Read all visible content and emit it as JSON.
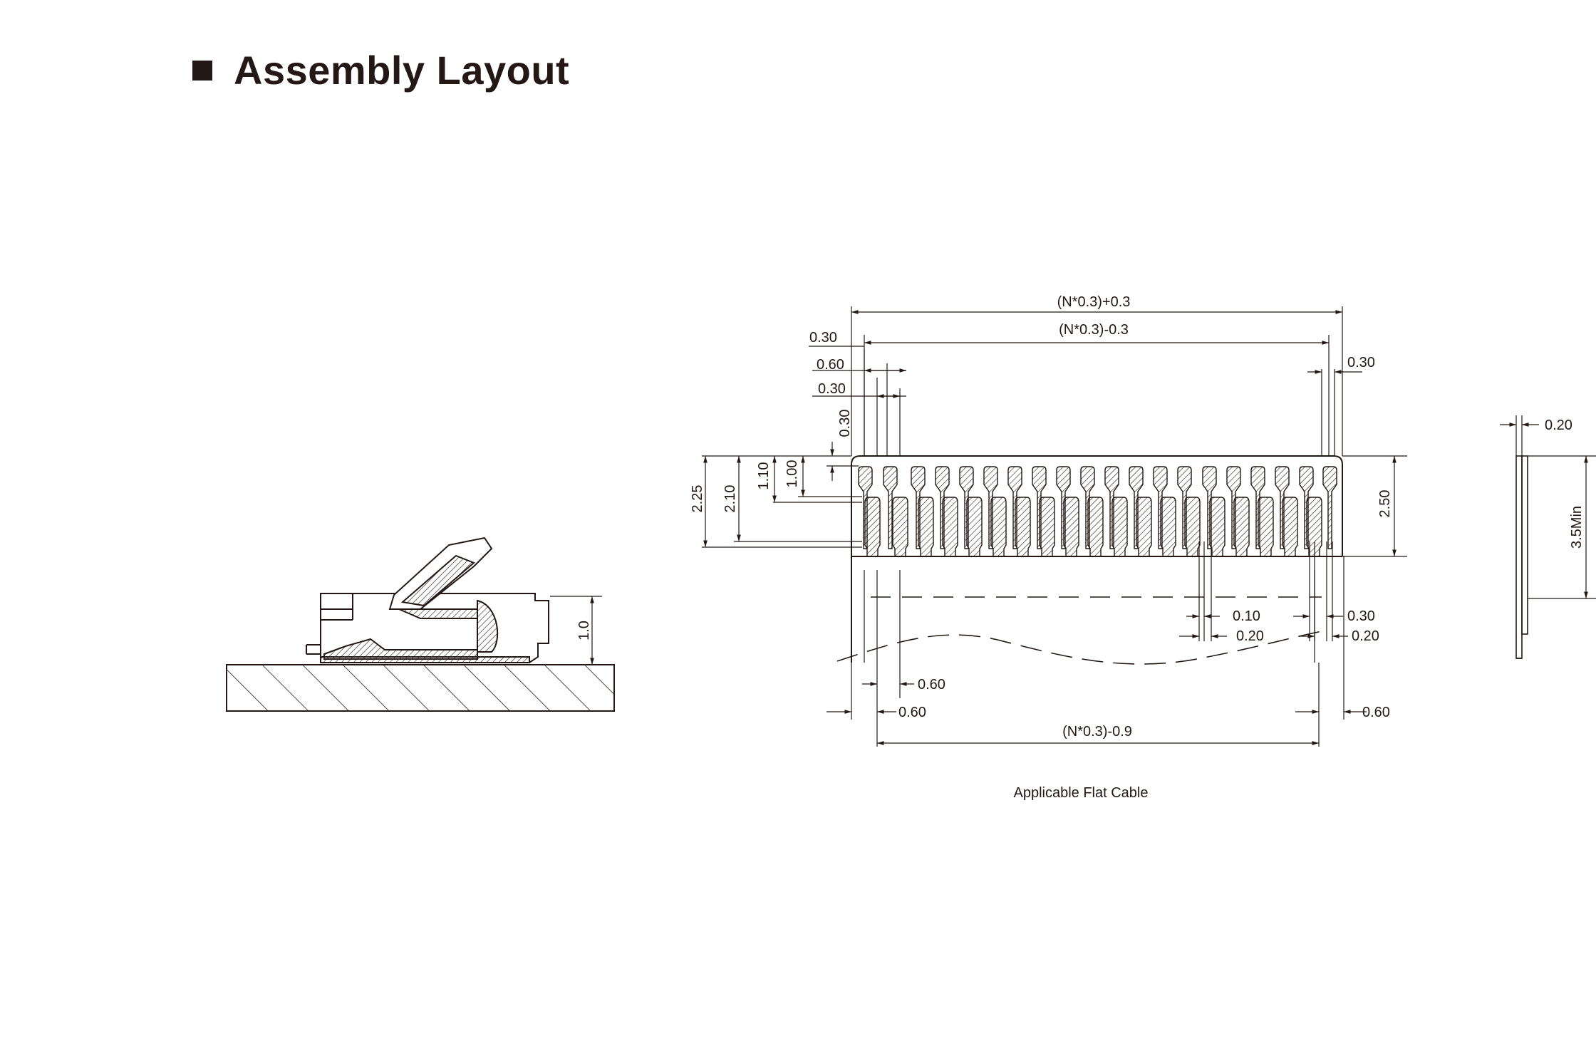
{
  "page": {
    "title": "Assembly Layout"
  },
  "side_view": {
    "height_dim": "1.0"
  },
  "flat_cable": {
    "caption": "Applicable Flat Cable",
    "dims": {
      "overall_width": "(N*0.3)+0.3",
      "inner_width": "(N*0.3)-0.3",
      "left_edge": "0.30",
      "left_pitch2": "0.60",
      "left_pitch": "0.30",
      "right_edge": "0.30",
      "top_gap": "0.30",
      "h225": "2.25",
      "h210": "2.10",
      "h110": "1.10",
      "h100": "1.00",
      "h250": "2.50",
      "w010": "0.10",
      "w020a": "0.20",
      "w030": "0.30",
      "w020b": "0.20",
      "stub060": "0.60",
      "left060": "0.60",
      "right060": "0.60",
      "bottom_width": "(N*0.3)-0.9"
    }
  },
  "thickness_view": {
    "thickness": "0.20",
    "min_len": "3.5Min"
  }
}
